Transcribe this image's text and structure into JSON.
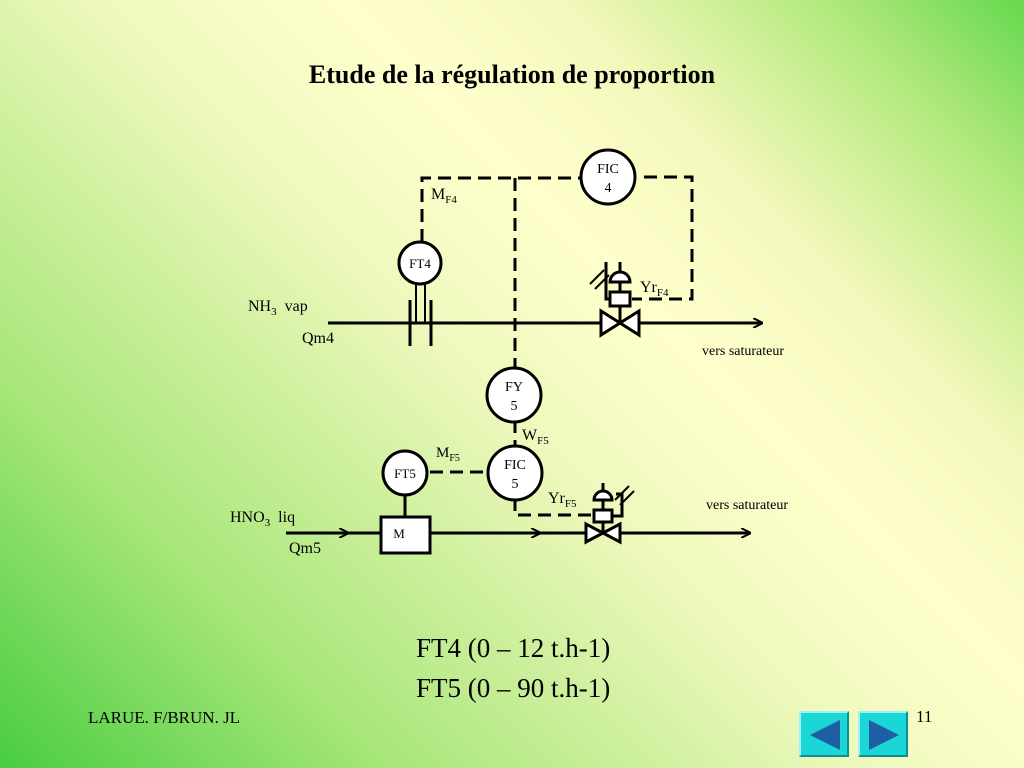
{
  "slide": {
    "title": "Etude de la régulation de proportion",
    "author": "LARUE. F/BRUN. JL",
    "page_number": "11"
  },
  "diagram": {
    "instruments": {
      "fic4": {
        "tag": "FIC",
        "number": "4"
      },
      "ft4": {
        "tag": "FT4"
      },
      "fy5": {
        "tag": "FY",
        "number": "5"
      },
      "fic5": {
        "tag": "FIC",
        "number": "5"
      },
      "ft5": {
        "tag": "FT5"
      },
      "motor": {
        "tag": "M"
      }
    },
    "signals": {
      "mf4": {
        "main": "M",
        "sub": "F4"
      },
      "yrf4": {
        "main": "Yr",
        "sub": "F4"
      },
      "wf5": {
        "main": "W",
        "sub": "F5"
      },
      "mf5": {
        "main": "M",
        "sub": "F5"
      },
      "yrf5": {
        "main": "Yr",
        "sub": "F5"
      }
    },
    "lines": {
      "nh3": {
        "formula": "NH",
        "sub": "3",
        "state": "vap",
        "flow": "Qm4",
        "destination": "vers saturateur"
      },
      "hno3": {
        "formula": "HNO",
        "sub": "3",
        "state": "liq",
        "flow": "Qm5",
        "destination": "vers saturateur"
      }
    }
  },
  "ranges": {
    "ft4": "FT4 (0 – 12 t.h-1)",
    "ft5": "FT5 (0 – 90 t.h-1)"
  },
  "navigation": {
    "prev_icon": "arrow-left-icon",
    "next_icon": "arrow-right-icon"
  }
}
